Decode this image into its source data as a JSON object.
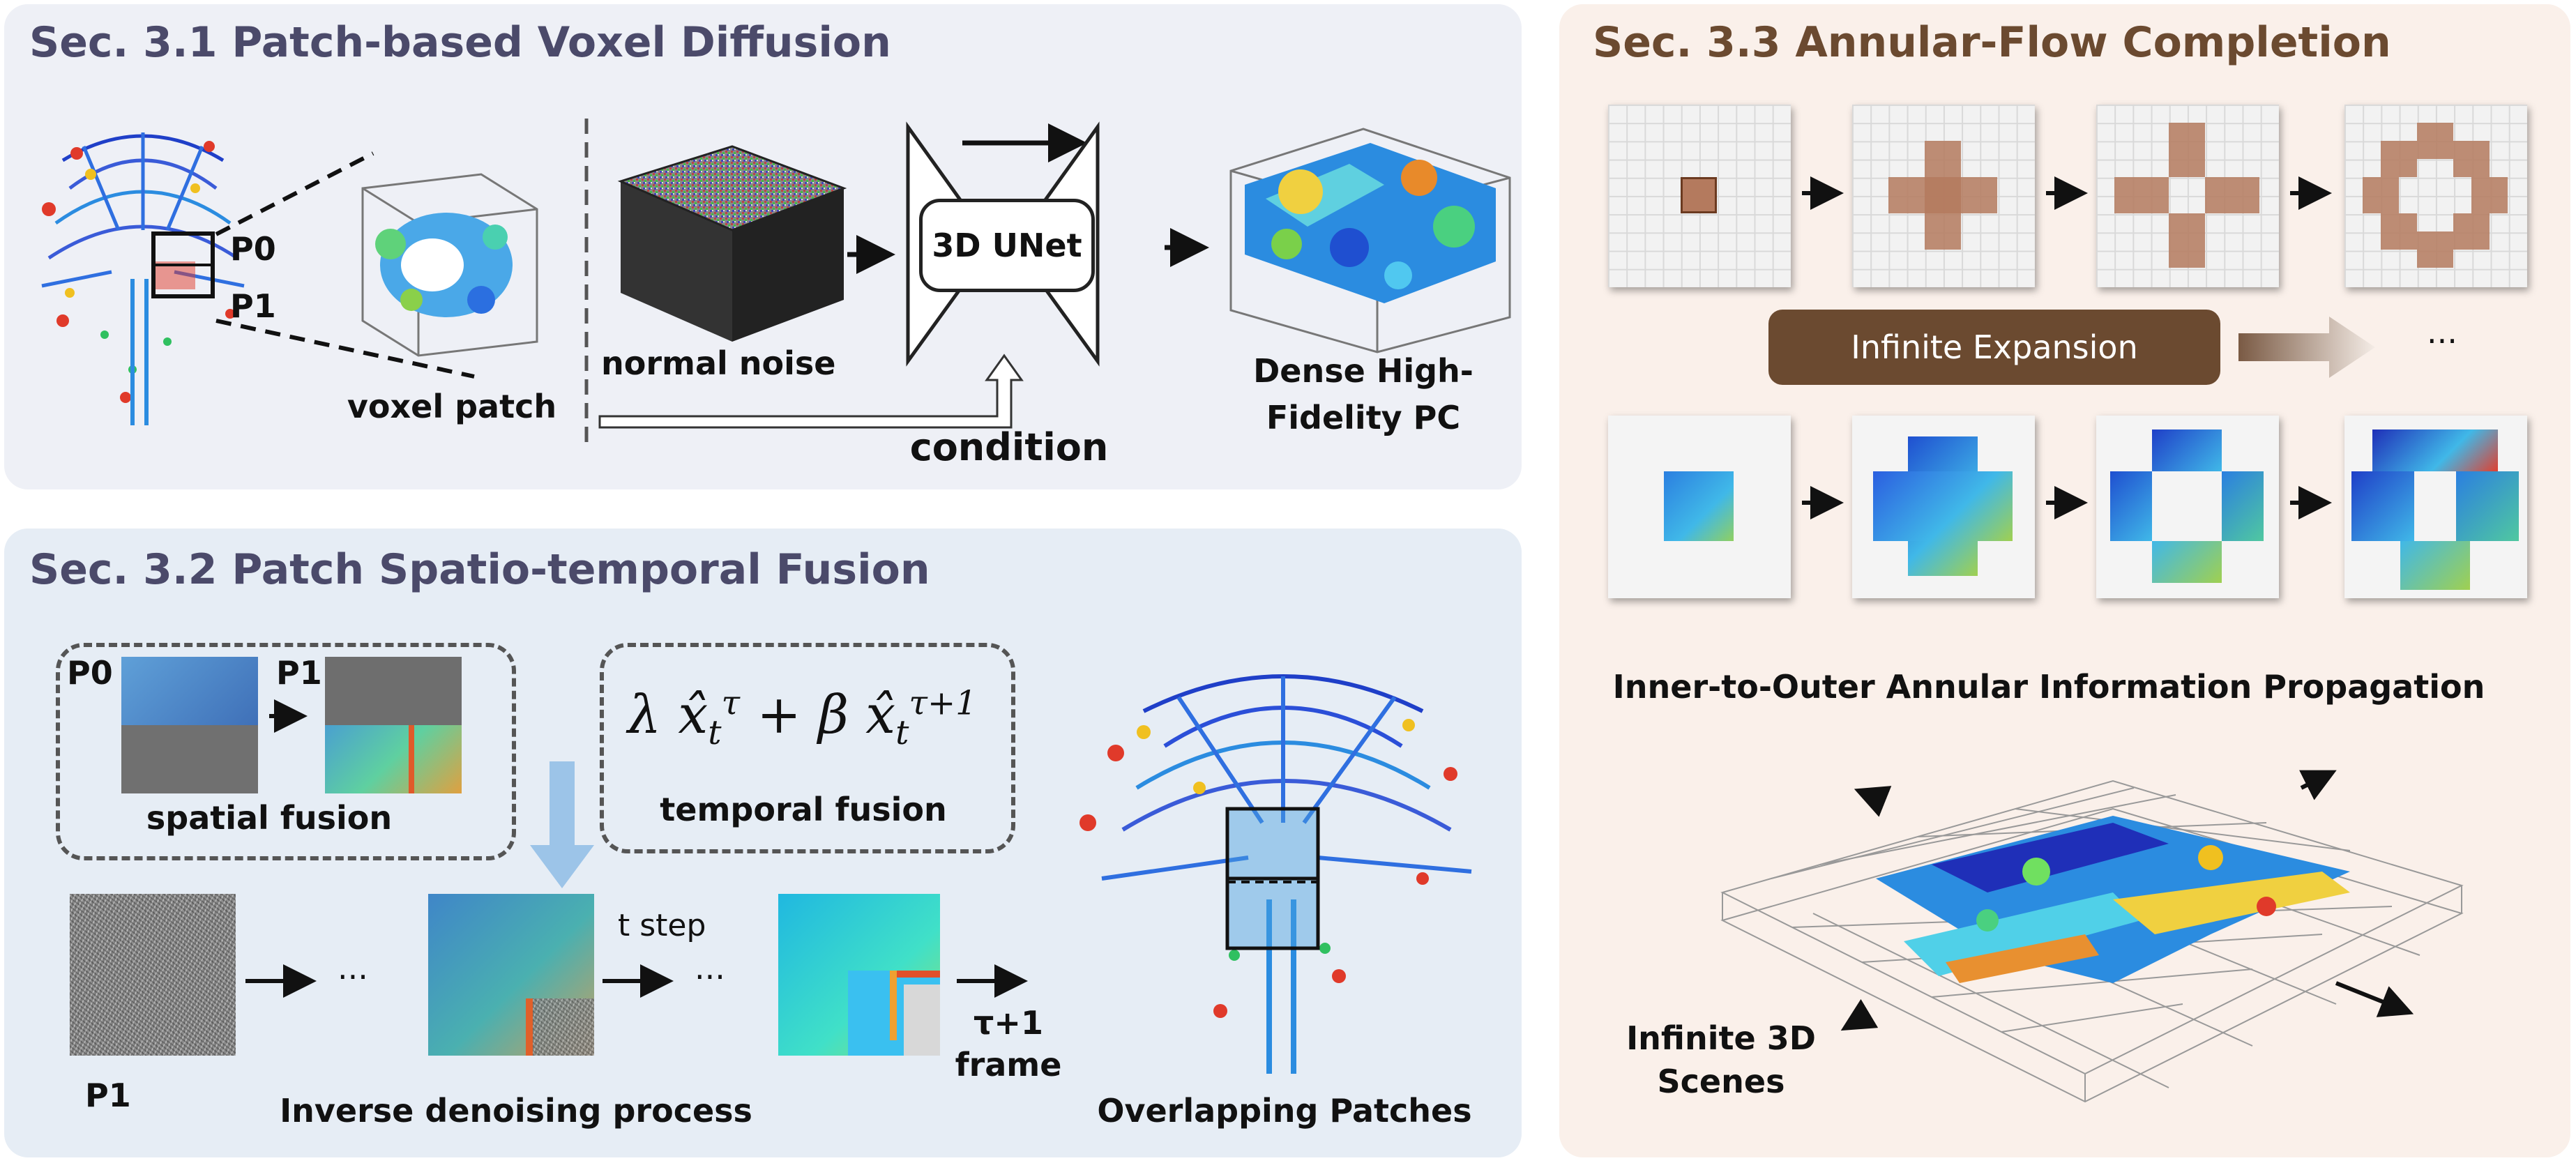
{
  "sec31": {
    "title": "Sec. 3.1 Patch-based Voxel Diffusion",
    "p0": "P0",
    "p1": "P1",
    "voxel_patch": "voxel patch",
    "normal_noise": "normal noise",
    "unet": "3D UNet",
    "condition": "condition",
    "dense_pc_line1": "Dense High-",
    "dense_pc_line2": "Fidelity PC"
  },
  "sec32": {
    "title": "Sec. 3.2 Patch Spatio-temporal Fusion",
    "p0": "P0",
    "p1": "P1",
    "spatial_fusion": "spatial fusion",
    "temporal_fusion": "temporal fusion",
    "formula": {
      "lambda": "λ",
      "plus": "+",
      "beta": "β",
      "x": "x̂",
      "sub": "t",
      "sup1": "τ",
      "sup2": "τ+1"
    },
    "ellipsis": "···",
    "t_step": "t step",
    "p1_bottom": "P1",
    "inverse": "Inverse denoising process",
    "tau_line1": "τ+1",
    "tau_line2": "frame",
    "overlapping": "Overlapping Patches"
  },
  "sec33": {
    "title": "Sec. 3.3 Annular-Flow Completion",
    "infinite_expansion": "Infinite Expansion",
    "ellipsis": "···",
    "propagation": "Inner-to-Outer Annular Information Propagation",
    "scenes_line1": "Infinite 3D",
    "scenes_line2": "Scenes"
  },
  "colors": {
    "panel1": "#eef0f6",
    "panel2": "#e6edf5",
    "panel3": "#faf0ea",
    "brown": "#6b4a30",
    "patch_brown": "#b47a5e",
    "title_purple": "#4b4a6a"
  }
}
